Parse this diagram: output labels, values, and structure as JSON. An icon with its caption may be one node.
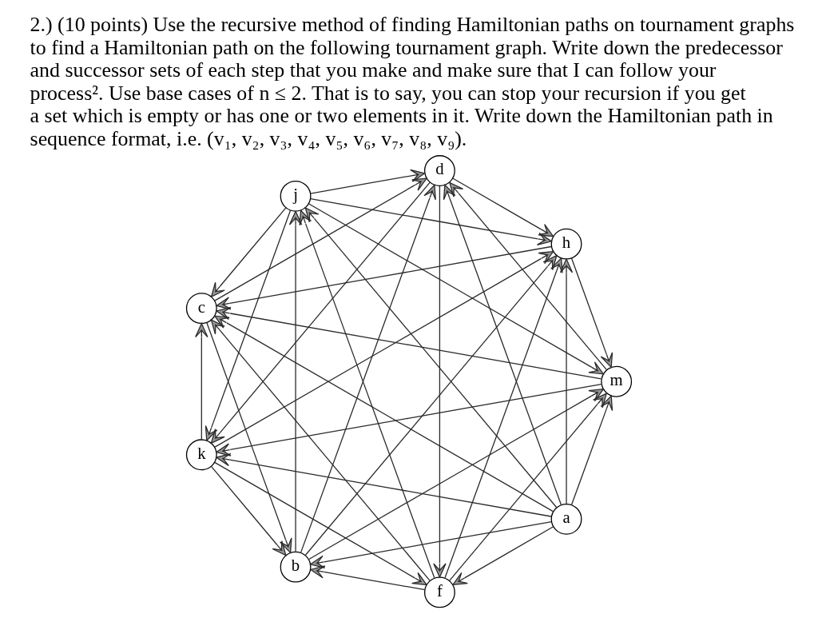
{
  "diagram": {
    "title": "2.) (10 points) Use the recursive method of finding Hamiltonian paths on tournament graphs to find a Hamiltonian path on the following tournament graph. Write down the predecessor and successor sets of each step that you make and make sure that I can follow your process². Use base cases of n ≤ 2. That is to say, you can stop your recursion if you get a set which is empty or has one or two elements in it. Write down the Hamiltonian path in sequence format, i.e. (v₁, v₂, v₃, v₄, v₅, v₆, v₇, v₈, v₉).",
    "nodes": [
      {
        "text": [
          "a"
        ]
      },
      {
        "text": [
          "m"
        ]
      },
      {
        "text": [
          "b"
        ]
      },
      {
        "text": [
          "k"
        ]
      },
      {
        "text": [
          "c"
        ]
      },
      {
        "text": [
          "j"
        ]
      },
      {
        "text": [
          "d"
        ]
      },
      {
        "text": [
          "h"
        ]
      },
      {
        "text": [
          "f"
        ]
      }
    ],
    "edges": [
      {
        "from": 0,
        "to": 1,
        "arrow": "to"
      },
      {
        "from": 0,
        "to": 2,
        "arrow": "to"
      },
      {
        "from": 0,
        "to": 3,
        "arrow": "to"
      },
      {
        "from": 0,
        "to": 4,
        "arrow": "to"
      },
      {
        "from": 0,
        "to": 5,
        "arrow": "to"
      },
      {
        "from": 0,
        "to": 6,
        "arrow": "to"
      },
      {
        "from": 0,
        "to": 7,
        "arrow": "to"
      },
      {
        "from": 0,
        "to": 8,
        "arrow": "to"
      },
      {
        "from": 2,
        "to": 1,
        "arrow": "to"
      },
      {
        "from": 1,
        "to": 3,
        "arrow": "to"
      },
      {
        "from": 1,
        "to": 4,
        "arrow": "to"
      },
      {
        "from": 1,
        "to": 6,
        "arrow": "to"
      },
      {
        "from": 5,
        "to": 1,
        "arrow": "to"
      },
      {
        "from": 7,
        "to": 1,
        "arrow": "to"
      },
      {
        "from": 8,
        "to": 1,
        "arrow": "to"
      },
      {
        "from": 3,
        "to": 2,
        "arrow": "to"
      },
      {
        "from": 4,
        "to": 2,
        "arrow": "to"
      },
      {
        "from": 8,
        "to": 2,
        "arrow": "to"
      },
      {
        "from": 2,
        "to": 7,
        "arrow": "to"
      },
      {
        "from": 2,
        "to": 6,
        "arrow": "to"
      },
      {
        "from": 2,
        "to": 5,
        "arrow": "to"
      },
      {
        "from": 3,
        "to": 4,
        "arrow": "to"
      },
      {
        "from": 3,
        "to": 7,
        "arrow": "to"
      },
      {
        "from": 3,
        "to": 8,
        "arrow": "to"
      },
      {
        "from": 6,
        "to": 3,
        "arrow": "to"
      },
      {
        "from": 5,
        "to": 3,
        "arrow": "to"
      },
      {
        "from": 5,
        "to": 4,
        "arrow": "to"
      },
      {
        "from": 7,
        "to": 4,
        "arrow": "to"
      },
      {
        "from": 8,
        "to": 4,
        "arrow": "to"
      },
      {
        "from": 4,
        "to": 6,
        "arrow": "to"
      },
      {
        "from": 5,
        "to": 6,
        "arrow": "to"
      },
      {
        "from": 6,
        "to": 8,
        "arrow": "to"
      },
      {
        "from": 6,
        "to": 7,
        "arrow": "to"
      },
      {
        "from": 8,
        "to": 5,
        "arrow": "to"
      },
      {
        "from": 5,
        "to": 7,
        "arrow": "to"
      },
      {
        "from": 8,
        "to": 7,
        "arrow": "to"
      }
    ]
  }
}
